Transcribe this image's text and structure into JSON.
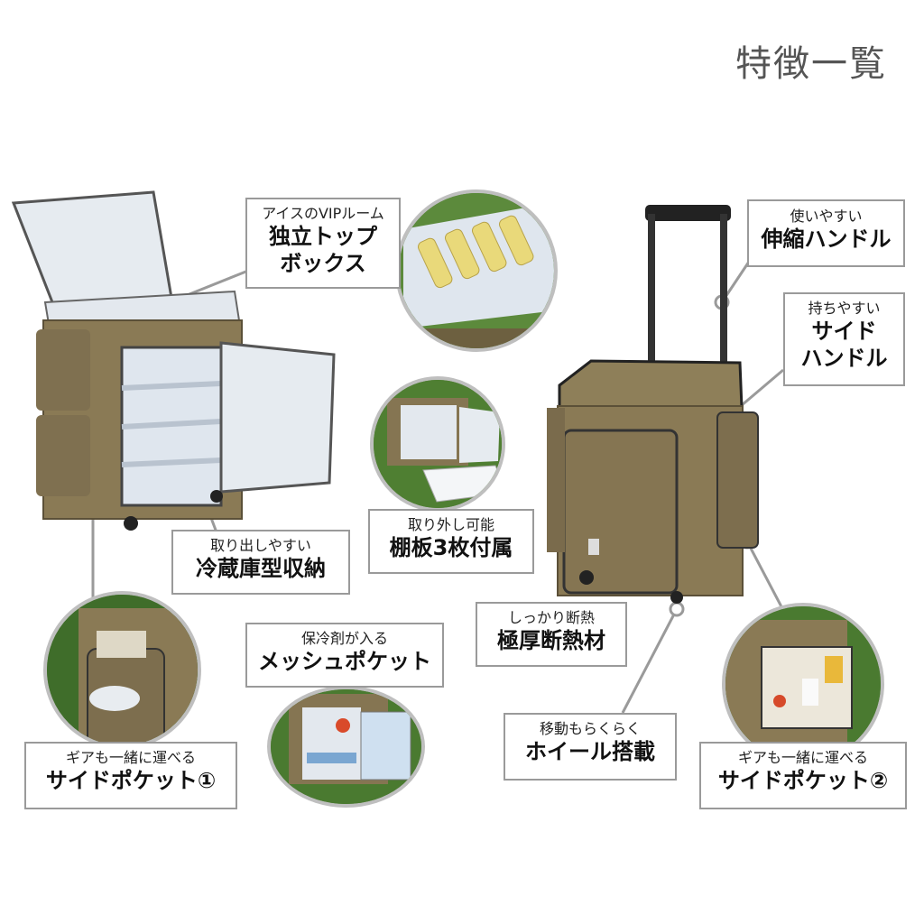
{
  "title": "特徴一覧",
  "features": [
    {
      "small": "アイスのVIPルーム",
      "big1": "独立トップ",
      "big2": "ボックス"
    },
    {
      "small": "使いやすい",
      "big1": "伸縮ハンドル"
    },
    {
      "small": "持ちやすい",
      "big1": "サイド",
      "big2": "ハンドル"
    },
    {
      "small": "取り出しやすい",
      "big1": "冷蔵庫型収納"
    },
    {
      "small": "取り外し可能",
      "big1": "棚板3枚付属"
    },
    {
      "small": "しっかり断熱",
      "big1": "極厚断熱材"
    },
    {
      "small": "保冷剤が入る",
      "big1": "メッシュポケット"
    },
    {
      "small": "移動もらくらく",
      "big1": "ホイール搭載"
    },
    {
      "small": "ギアも一緒に運べる",
      "big1": "サイドポケット①"
    },
    {
      "small": "ギアも一緒に運べる",
      "big1": "サイドポケット②"
    }
  ],
  "colors": {
    "bag": "#8a7a55",
    "bag_dark": "#6e6142",
    "liner": "#e3e8ee",
    "grass": "#4e7a35",
    "connector": "#9a9a9a"
  }
}
